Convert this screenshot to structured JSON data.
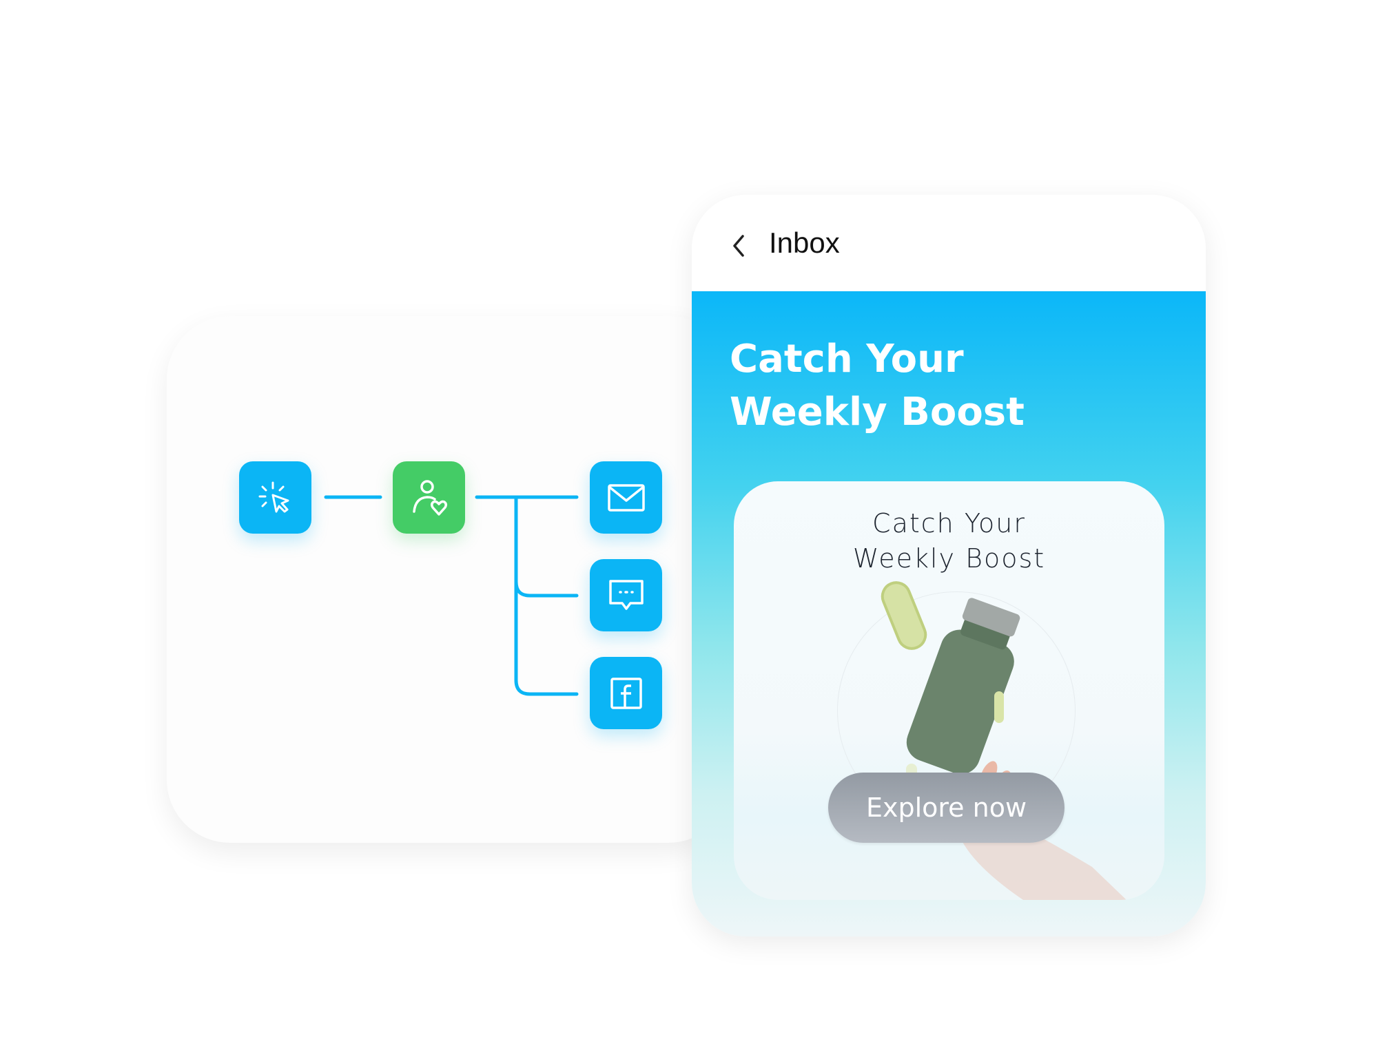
{
  "colors": {
    "accent_blue": "#0bb5f5",
    "accent_green": "#44cc66"
  },
  "flow": {
    "nodes": [
      {
        "icon": "click-cursor-icon"
      },
      {
        "icon": "user-heart-icon"
      },
      {
        "icon": "mail-icon"
      },
      {
        "icon": "chat-message-icon"
      },
      {
        "icon": "facebook-icon"
      }
    ]
  },
  "phone": {
    "header": {
      "back_icon": "chevron-left-icon",
      "title": "Inbox"
    },
    "promo": {
      "title_line1": "Catch Your",
      "title_line2": "Weekly Boost",
      "card_title_line1": "Catch Your",
      "card_title_line2": "Weekly Boost",
      "cta": "Explore now"
    }
  }
}
